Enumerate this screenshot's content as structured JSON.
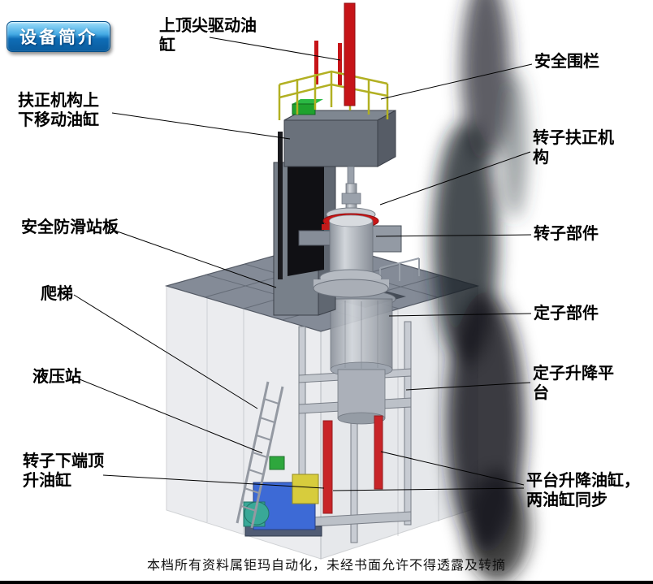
{
  "badge": {
    "label": "设备简介"
  },
  "labels": [
    {
      "name": "top-drive-cylinder",
      "text": "上顶尖驱动油\n缸"
    },
    {
      "name": "safety-fence",
      "text": "安全围栏"
    },
    {
      "name": "centering-lift-cylinder",
      "text": "扶正机构上\n下移动油缸"
    },
    {
      "name": "rotor-centering-mechanism",
      "text": "转子扶正机\n构"
    },
    {
      "name": "anti-slip-platform",
      "text": "安全防滑站板"
    },
    {
      "name": "rotor-component",
      "text": "转子部件"
    },
    {
      "name": "ladder",
      "text": "爬梯"
    },
    {
      "name": "stator-component",
      "text": "定子部件"
    },
    {
      "name": "hydraulic-station",
      "text": "液压站"
    },
    {
      "name": "stator-lift-platform",
      "text": "定子升降平\n台"
    },
    {
      "name": "rotor-bottom-jack-cylinder",
      "text": "转子下端顶\n升油缸"
    },
    {
      "name": "platform-lift-cylinders",
      "text": "平台升降油缸，\n两油缸同步"
    }
  ],
  "footer": {
    "text": "本档所有资料属钜玛自动化，未经书面允许不得透露及转摘"
  },
  "colors": {
    "accent_red": "#c61418",
    "fence_yellow": "#b2b022",
    "hydraulic_blue": "#2f5fd4",
    "machine_green": "#1fa22e",
    "badge_blue": "#0e6cb4"
  }
}
